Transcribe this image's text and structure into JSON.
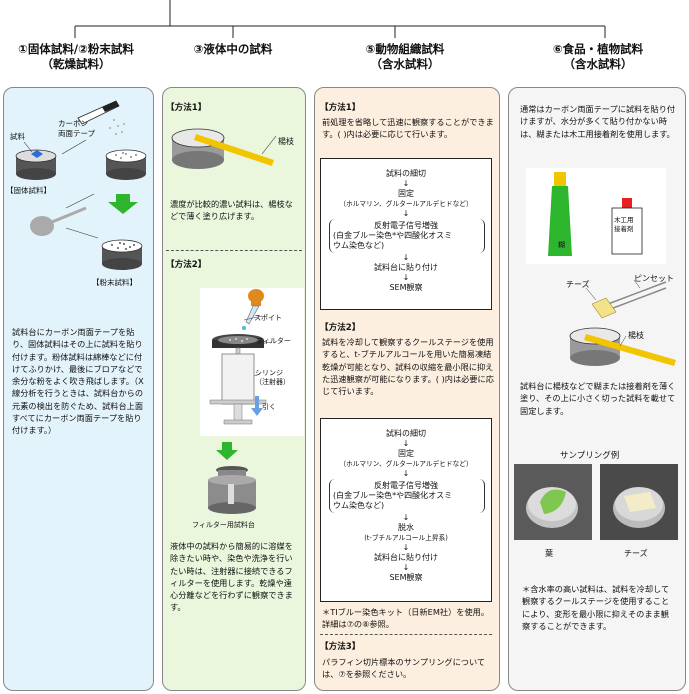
{
  "headers": {
    "solid_l1": "①固体試料/②粉末試料",
    "solid_l2": "（乾燥試料）",
    "liquid": "③液体中の試料",
    "animal_l1": "⑤動物組織試料",
    "animal_l2": "（含水試料）",
    "food_l1": "⑥食品・植物試料",
    "food_l2": "（含水試料）"
  },
  "solid": {
    "carbon_tape_l1": "カーボン",
    "carbon_tape_l2": "両面テープ",
    "sample_label": "試料",
    "solid_caption": "【固体試料】",
    "powder_caption": "【粉末試料】",
    "desc": "試料台にカーボン両面テープを貼り、固体試料はその上に試料を貼り付けます。粉体試料は綿棒などに付けてふりかけ、最後にブロアなどで余分な粉をよく吹き飛ばします。（X線分析を行うときは、試料台からの元素の検出を防ぐため、試料台上面すべてにカーボン両面テープを貼り付けます。）"
  },
  "liquid": {
    "method1_title": "【方法1】",
    "toothpick_label": "楊枝",
    "method1_desc": "濃度が比較的濃い試料は、楊枝などで薄く塗り広げます。",
    "method2_title": "【方法2】",
    "dropper_label": "スポイト",
    "filter_label": "フィルター",
    "syringe_l1": "シリンジ",
    "syringe_l2": "（注射器）",
    "pull_label": "引く",
    "filter_holder_caption": "フィルター用試料台",
    "method2_desc": "液体中の試料から簡易的に溶媒を除きたい時や、染色や洗浄を行いたい時は、注射器に接続できるフィルターを使用します。乾燥や遠心分離などを行わずに観察できます。"
  },
  "animal": {
    "method1_title": "【方法1】",
    "method1_desc": "前処理を省略して迅速に観察することができます。( )内は必要に応じて行います。",
    "flow1": {
      "s1": "試料の細切",
      "s2": "固定",
      "s2_sub": "（ホルマリン、グルタールアルデヒドなど）",
      "s3": "反射電子信号増強",
      "s3_sub_l1": "(白金ブルー染色*や四酸化オスミ",
      "s3_sub_l2": "ウム染色など)",
      "s4": "試料台に貼り付け",
      "s5": "SEM観察"
    },
    "method2_title": "【方法2】",
    "method2_desc": "試料を冷却して観察するクールステージを使用すると、t-ブチルアルコールを用いた簡易凍結乾燥が可能となり、試料の収縮を最小限に抑えた迅速観察が可能になります。( )内は必要に応じて行います。",
    "flow2": {
      "s1": "試料の細切",
      "s2": "固定",
      "s2_sub": "（ホルマリン、グルタールアルデヒドなど）",
      "s3": "反射電子信号増強",
      "s3_sub_l1": "(白金ブルー染色*や四酸化オスミ",
      "s3_sub_l2": "ウム染色など)",
      "s4": "脱水",
      "s4_sub": "(t-ブチルアルコール上昇系)",
      "s5": "試料台に貼り付け",
      "s6": "SEM観察"
    },
    "note": "＊TIブルー染色キット（日新EM社）を使用。詳細は⑦の⑧参照。",
    "method3_title": "【方法3】",
    "method3_desc": "パラフィン切片標本のサンプリングについては、⑦を参照ください。"
  },
  "food": {
    "desc1": "通常はカーボン両面テープに試料を貼り付けますが、水分が多くて貼り付かない時は、糊または木工用接着剤を使用します。",
    "glue_label": "糊",
    "wood_glue_l1": "木工用",
    "wood_glue_l2": "接着剤",
    "cheese_label": "チーズ",
    "tweezers_label": "ピンセット",
    "toothpick_label": "楊枝",
    "desc2": "試料台に楊枝などで糊または接着剤を薄く塗り、その上に小さく切った試料を載せて固定します。",
    "sampling_title": "サンプリング例",
    "leaf_caption": "葉",
    "cheese_caption": "チーズ",
    "note": "＊含水率の高い試料は、試料を冷却して観察するクールステージを使用することにより、変形を最小限に抑えそのまま観察することができます。"
  }
}
